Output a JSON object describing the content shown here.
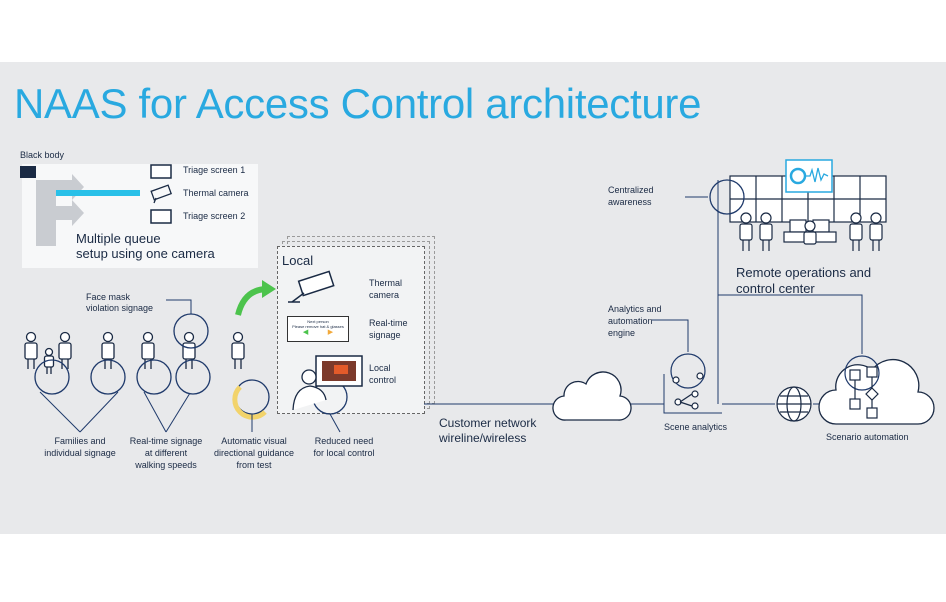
{
  "title": "NAAS for Access Control architecture",
  "queue": {
    "black_body": "Black body",
    "triage_1": "Triage screen 1",
    "thermal_camera": "Thermal camera",
    "triage_2": "Triage screen 2",
    "caption_line1": "Multiple queue",
    "caption_line2": "setup using one camera"
  },
  "people": {
    "face_mask_line1": "Face mask",
    "face_mask_line2": "violation signage",
    "families_line1": "Families and",
    "families_line2": "individual signage",
    "realtime_line1": "Real-time signage",
    "realtime_line2": "at different",
    "realtime_line3": "walking speeds",
    "automatic_line1": "Automatic visual",
    "automatic_line2": "directional guidance",
    "automatic_line3": "from test",
    "reduced_line1": "Reduced need",
    "reduced_line2": "for local control"
  },
  "local": {
    "heading": "Local",
    "thermal_line1": "Thermal",
    "thermal_line2": "camera",
    "signage_line1": "Real-time",
    "signage_line2": "signage",
    "control_line1": "Local",
    "control_line2": "control",
    "sign_card_line1": "Next person",
    "sign_card_line2": "Please remove hat & glasses"
  },
  "network": {
    "line1": "Customer network",
    "line2": "wireline/wireless"
  },
  "remote": {
    "centralized_line1": "Centralized",
    "centralized_line2": "awareness",
    "ops_line1": "Remote operations and",
    "ops_line2": "control center",
    "analytics_line1": "Analytics and",
    "analytics_line2": "automation",
    "analytics_line3": "engine",
    "scene_analytics": "Scene analytics",
    "scenario_automation": "Scenario automation"
  },
  "colors": {
    "accent_blue": "#29a9e0",
    "navy": "#1f3a6b",
    "green_arrow": "#4cc34c",
    "yellow_arc": "#f2d36b",
    "panel": "#e8e9eb"
  }
}
